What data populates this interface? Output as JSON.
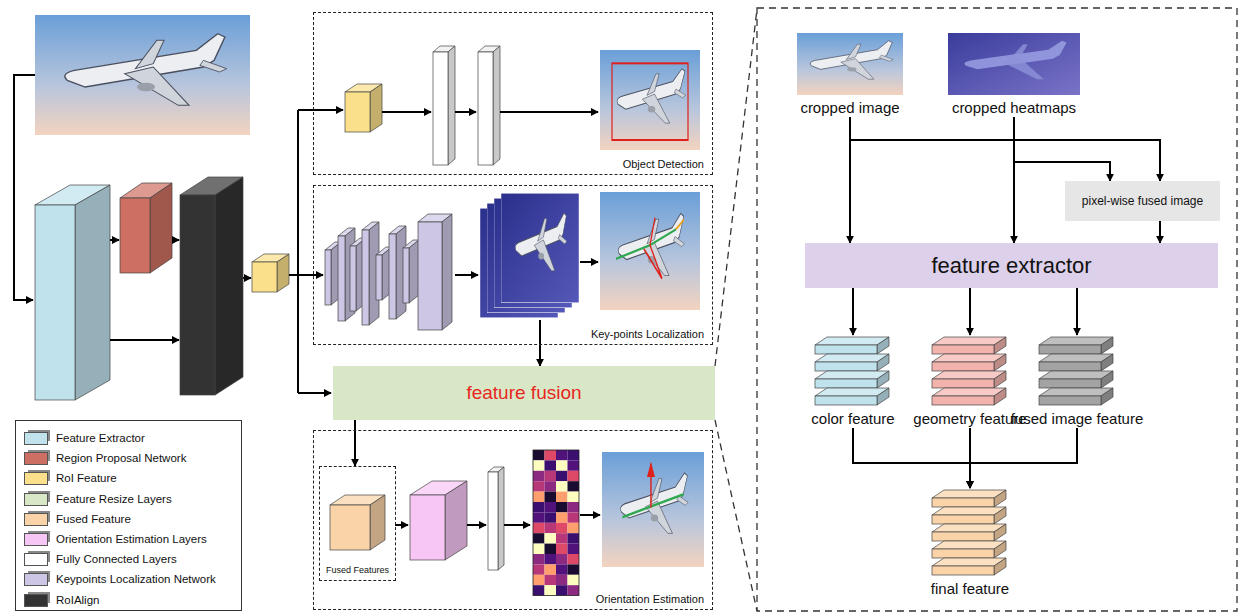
{
  "diagram": {
    "nodes": [
      {
        "text": [
          "Object Detection"
        ]
      },
      {
        "text": [
          "Key-points Localization"
        ]
      },
      {
        "text": [
          "feature fusion"
        ]
      },
      {
        "text": [
          "Orientation Estimation"
        ]
      },
      {
        "text": [
          "Fused Features"
        ],
        "in": 3
      },
      {
        "text": [
          "cropped image"
        ]
      },
      {
        "text": [
          "cropped heatmaps"
        ]
      },
      {
        "text": [
          "pixel-wise fused image"
        ]
      },
      {
        "text": [
          "feature extractor"
        ]
      },
      {
        "text": [
          "color feature"
        ]
      },
      {
        "text": [
          "geometry feature"
        ]
      },
      {
        "text": [
          "fused image feature"
        ]
      },
      {
        "text": [
          "final feature"
        ]
      }
    ],
    "edges": [
      {
        "from": 1,
        "to": 2,
        "arrow": "to"
      },
      {
        "from": 2,
        "to": 4,
        "arrow": "to"
      },
      {
        "from": 5,
        "to": 8,
        "arrow": "to"
      },
      {
        "from": 6,
        "to": 8,
        "arrow": "to"
      },
      {
        "from": 5,
        "to": 7,
        "arrow": "to"
      },
      {
        "from": 6,
        "to": 7,
        "arrow": "to"
      },
      {
        "from": 7,
        "to": 8,
        "arrow": "to"
      },
      {
        "from": 8,
        "to": 9,
        "arrow": "to"
      },
      {
        "from": 8,
        "to": 10,
        "arrow": "to"
      },
      {
        "from": 8,
        "to": 11,
        "arrow": "to"
      },
      {
        "from": 9,
        "to": 12,
        "arrow": "to"
      },
      {
        "from": 10,
        "to": 12,
        "arrow": "to"
      },
      {
        "from": 11,
        "to": 12,
        "arrow": "to"
      }
    ],
    "legend": [
      {
        "text": "Feature Extractor",
        "color": "#bfe2ec"
      },
      {
        "text": "Region Proposal Network",
        "color": "#cd6f62"
      },
      {
        "text": "RoI Feature",
        "color": "#fbe08b"
      },
      {
        "text": "Feature Resize Layers",
        "color": "#d8e8c6"
      },
      {
        "text": "Fused Feature",
        "color": "#fbd3a8"
      },
      {
        "text": "Orientation Estimation Layers",
        "color": "#f8c6f5"
      },
      {
        "text": "Fully Connected Layers",
        "color": "#ffffff"
      },
      {
        "text": "Keypoints Localization Network",
        "color": "#cdc7e5"
      },
      {
        "text": "RoIAlign",
        "color": "#333333"
      }
    ]
  }
}
